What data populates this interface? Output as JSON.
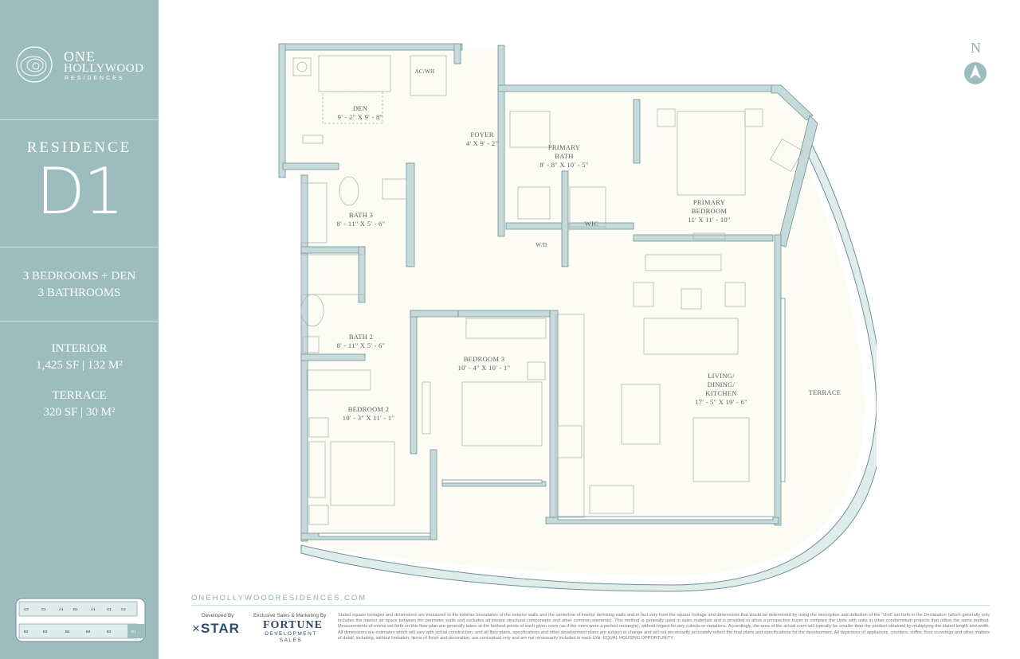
{
  "brand": {
    "line1": "ONE",
    "line2": "HOLLYWOOD",
    "line3": "RESIDENCES"
  },
  "residence": {
    "label": "RESIDENCE",
    "code": "D1"
  },
  "summary": {
    "bedrooms": "3 BEDROOMS + DEN",
    "bathrooms": "3 BATHROOMS"
  },
  "area": {
    "interior_label": "INTERIOR",
    "interior_value": "1,425 SF | 132 M²",
    "terrace_label": "TERRACE",
    "terrace_value": "320 SF | 30 M²"
  },
  "compass": {
    "label": "N"
  },
  "rooms": [
    {
      "name": "DEN",
      "dim": "9' - 2\" X 9' - 8\""
    },
    {
      "name": "FOYER",
      "dim": "4' X 9' - 2\""
    },
    {
      "name": "PRIMARY BATH",
      "dim": "8' - 8\" X 10' - 5\""
    },
    {
      "name": "PRIMARY BEDROOM",
      "dim": "11' X 11' - 10\""
    },
    {
      "name": "BATH 3",
      "dim": "8' - 11\" X 5' - 6\""
    },
    {
      "name": "WIC",
      "dim": ""
    },
    {
      "name": "BATH 2",
      "dim": "8' - 11\" X 5' - 6\""
    },
    {
      "name": "BEDROOM 3",
      "dim": "10' - 4\" X 10' - 1\""
    },
    {
      "name": "LIVING/ DINING/ KITCHEN",
      "dim": "17' - 5\" X 19' - 6\""
    },
    {
      "name": "BEDROOM 2",
      "dim": "10' - 3\" X 11' - 1\""
    },
    {
      "name": "TERRACE",
      "dim": ""
    }
  ],
  "fixtures": {
    "acwh": "AC/WH",
    "wd": "W/D"
  },
  "keyplan": {
    "top": [
      "C2",
      "C1",
      "A1",
      "B1",
      "A1",
      "C1",
      "C2"
    ],
    "bottom": [
      "B2",
      "B3",
      "B4",
      "B4",
      "B3",
      "D1"
    ]
  },
  "footer": {
    "website": "ONEHOLLYWOODRESIDENCES.COM",
    "developed_by": "Developed By",
    "developer": "STAR",
    "sales_by": "Exclusive Sales & Marketing By",
    "sales_line1": "FORTUNE",
    "sales_line2": "DEVELOPMENT",
    "sales_line3": "SALES",
    "disclaimer": "Stated square footages and dimensions are measured to the exterior boundaries of the exterior walls and the centerline of interior demising walls and in fact vary from the square footage and dimensions that would be determined by using the description and definition of the \"Unit\" set forth in the Declaration (which generally only includes the interior air space between the perimeter walls and excludes all interior structural components and other common elements). This method is generally used in sales materials and is provided to allow a prospective buyer to compare the Units with units in other condominium projects that utilize the same method. Measurements of rooms set forth on this floor plan are generally taken at the farthest points of each given room (as if the room were a perfect rectangle), without regard for any cutouts or variations. Accordingly, the area of the actual room will typically be smaller than the product obtained by multiplying the stated length and width. All dimensions are estimates which will vary with actual construction, and all floor plans, specifications and other development plans are subject to change and will not necessarily accurately reflect the final plans and specifications for the development. All depictions of appliances, counters, soffits, floor coverings and other matters of detail, including, without limitation, items of finish and decoration, are conceptual only and are not necessarily included in each Unit. EQUAL HOUSING OPPORTUNITY."
  },
  "colors": {
    "sidebar": "#9cbcbd",
    "wall": "#c7dadb",
    "wall_stroke": "#6e9294",
    "floor": "#fcfcf5"
  }
}
